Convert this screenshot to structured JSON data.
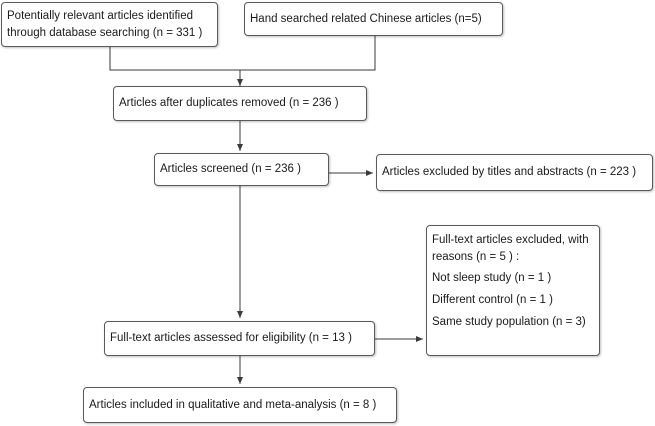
{
  "flow": {
    "db_search": {
      "line1": "Potentially relevant articles identified",
      "line2": "through database searching (n = 331 )"
    },
    "hand_search": {
      "label": "Hand searched related Chinese articles (n=5)"
    },
    "dedup": {
      "label": "Articles after duplicates removed (n = 236 )"
    },
    "screened": {
      "label": "Articles screened (n = 236 )"
    },
    "excluded_title": {
      "label": "Articles excluded by titles and abstracts (n = 223 )"
    },
    "fulltext": {
      "label": "Full-text articles assessed for eligibility (n = 13 )"
    },
    "excluded_fulltext": {
      "heading1": "Full-text articles excluded, with",
      "heading2": "reasons (n = 5 ) :",
      "reasons": [
        "Not sleep study (n = 1 )",
        "Different control (n = 1 )",
        "Same study population (n = 3)"
      ]
    },
    "included": {
      "label": "Articles included in qualitative and meta-analysis (n = 8 )"
    }
  }
}
